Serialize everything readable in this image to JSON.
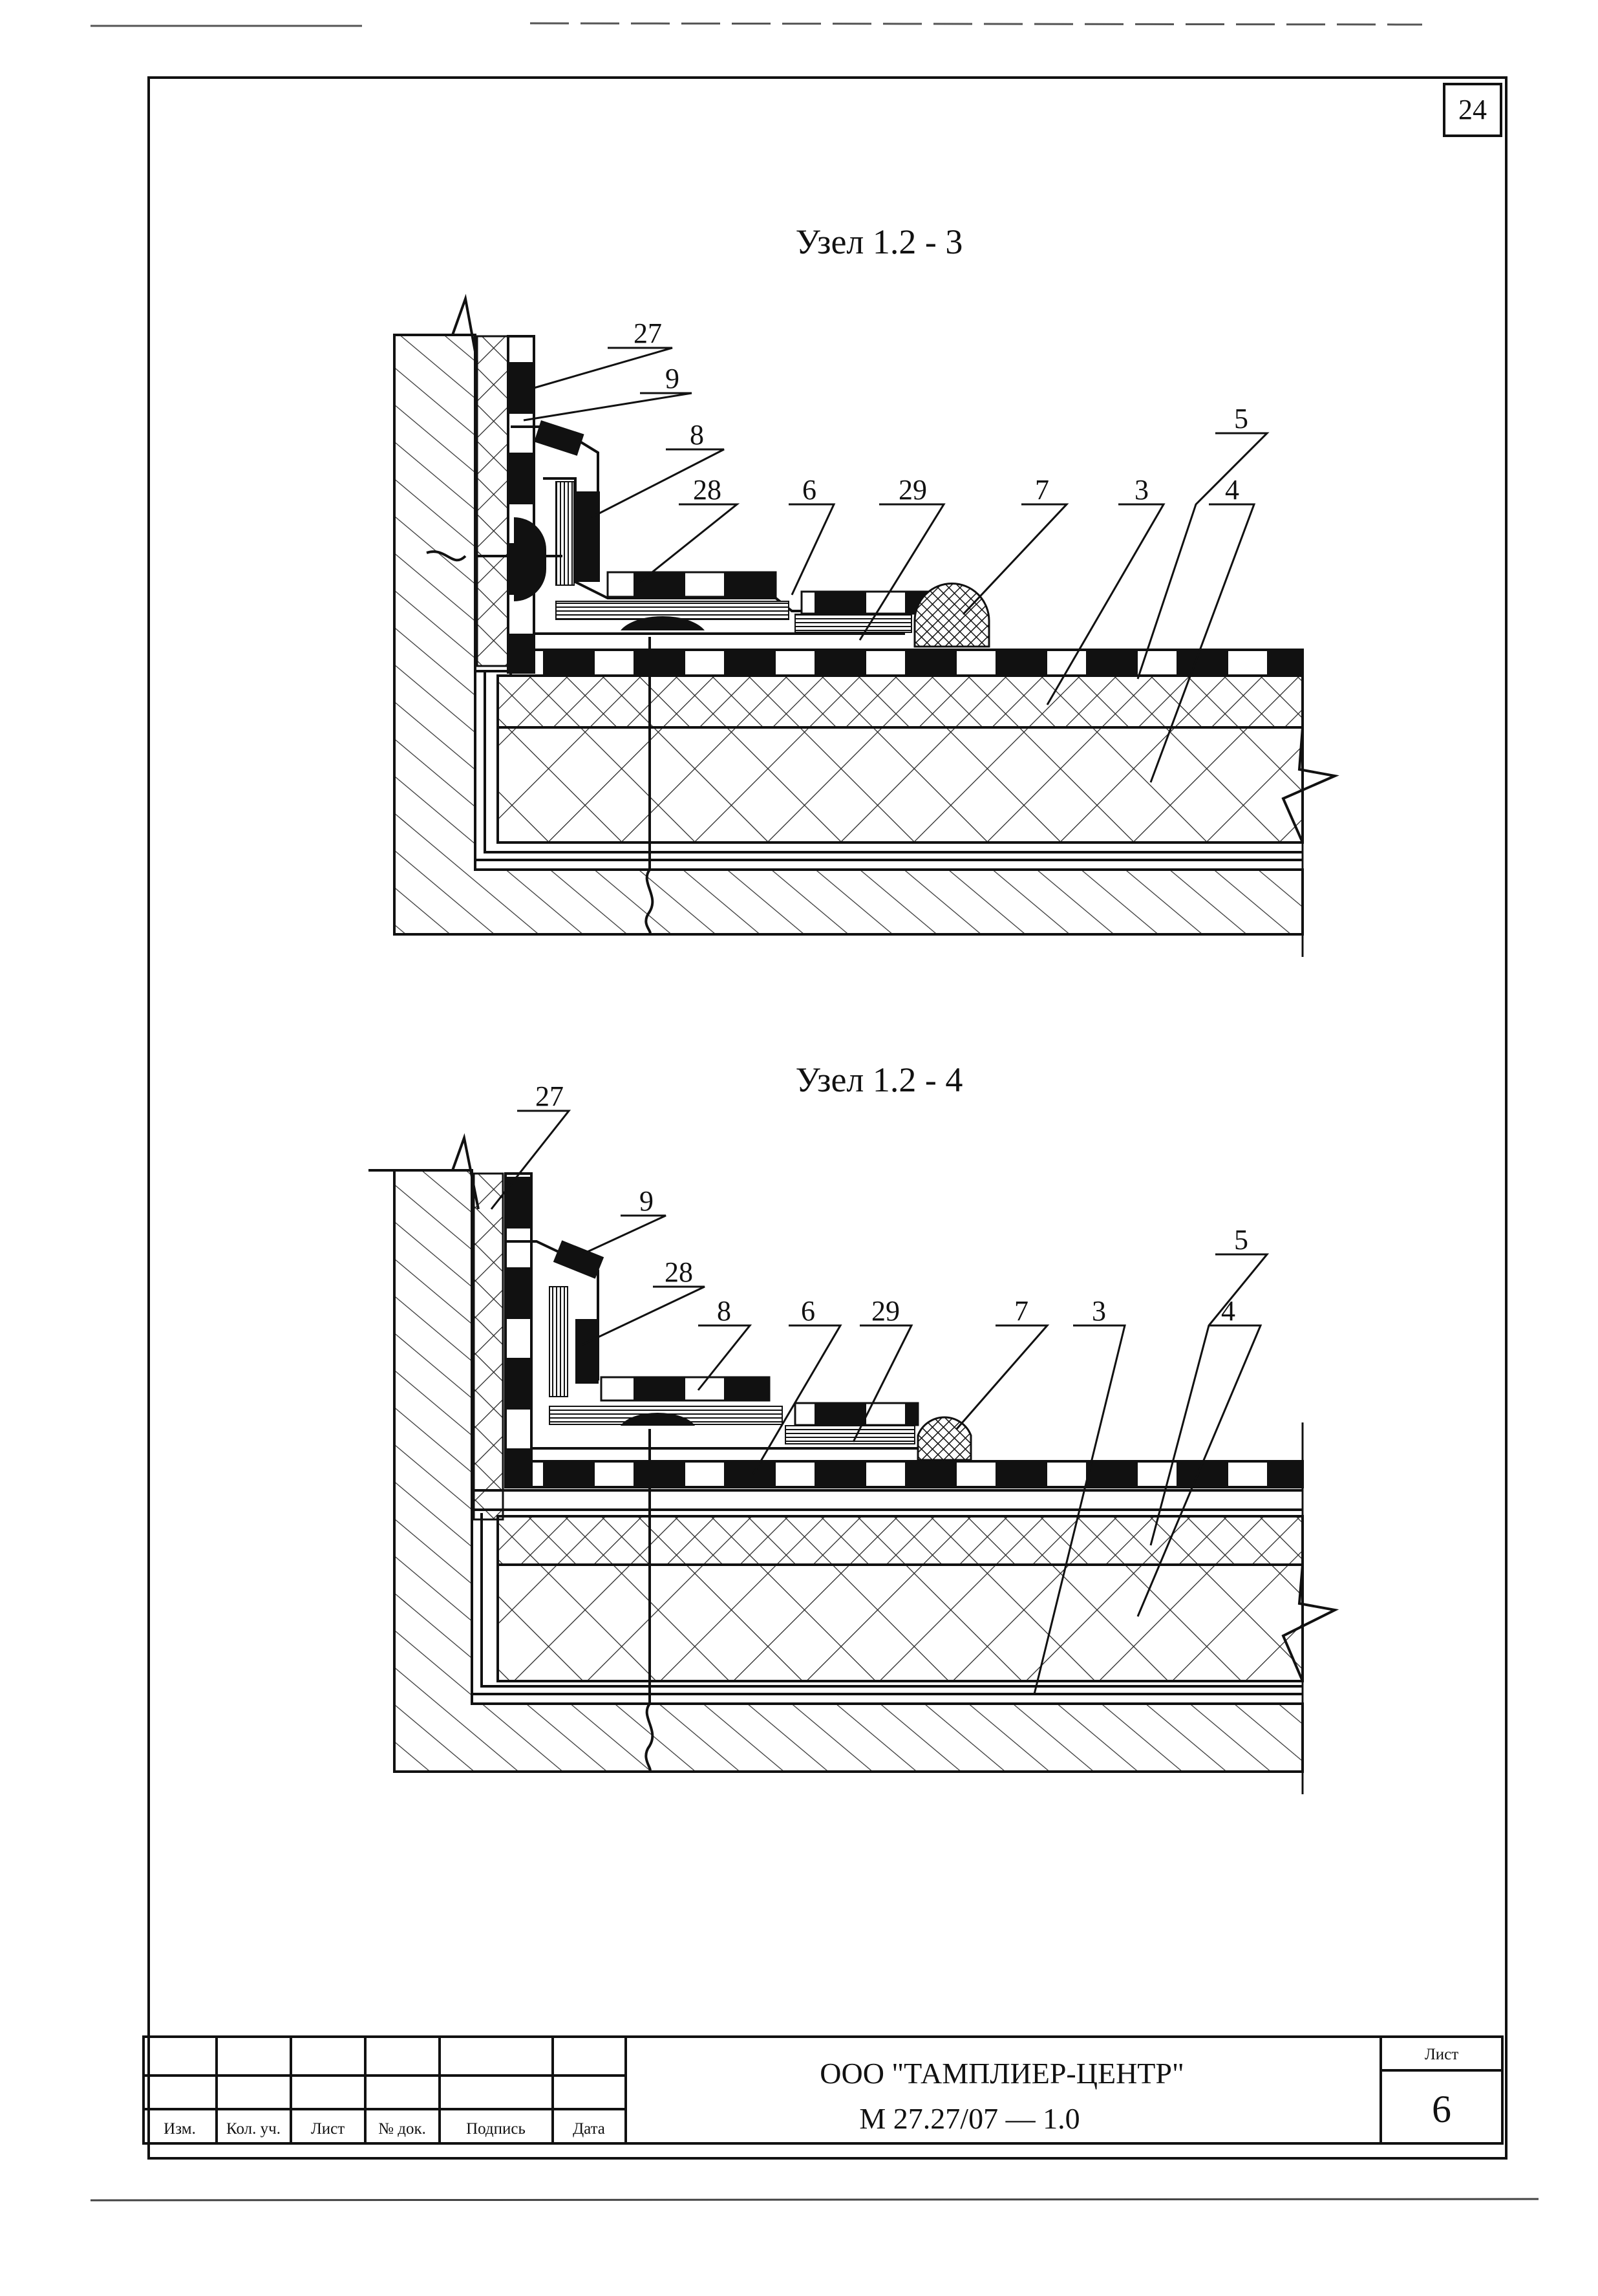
{
  "page_number_box": "24",
  "colors": {
    "ink": "#111111",
    "paper": "#ffffff"
  },
  "details": [
    {
      "title": "Узел 1.2 - 3",
      "callouts": [
        "27",
        "9",
        "8",
        "28",
        "6",
        "29",
        "7",
        "3",
        "5",
        "4"
      ]
    },
    {
      "title": "Узел 1.2 - 4",
      "callouts": [
        "27",
        "9",
        "28",
        "8",
        "6",
        "29",
        "7",
        "3",
        "5",
        "4"
      ]
    }
  ],
  "title_block": {
    "columns": [
      "Изм.",
      "Кол. уч.",
      "Лист",
      "№ док.",
      "Подпись",
      "Дата"
    ],
    "company": "ООО \"ТАМПЛИЕР-ЦЕНТР\"",
    "document_code": "М 27.27/07 — 1.0",
    "sheet_label": "Лист",
    "sheet_number": "6"
  }
}
